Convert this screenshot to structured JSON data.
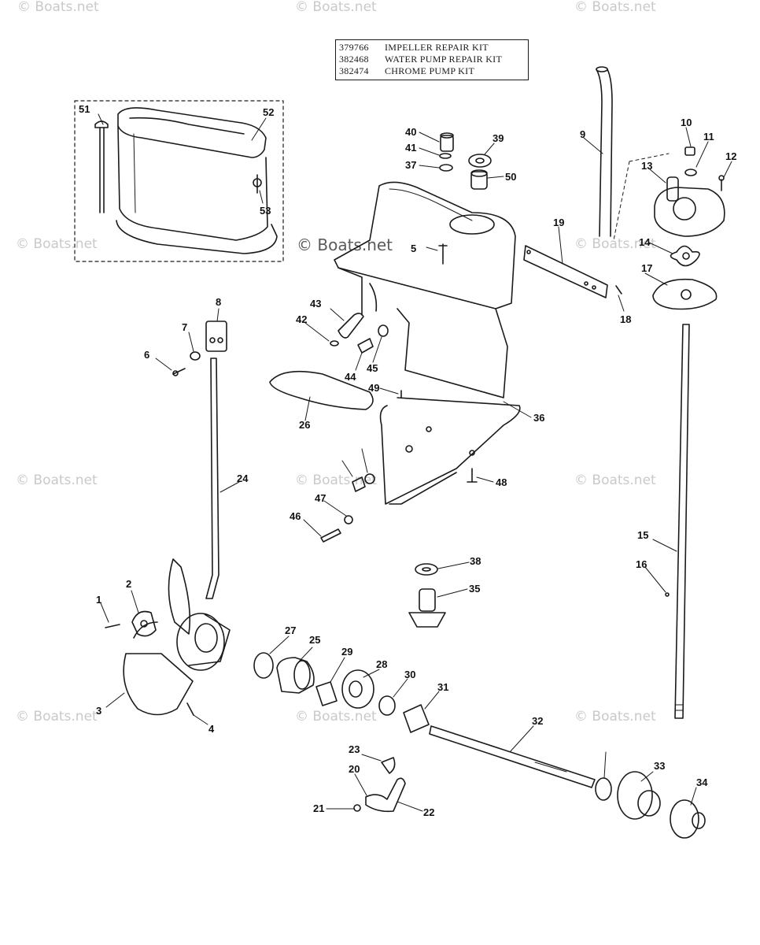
{
  "kits": [
    {
      "number": "379766",
      "name": "IMPELLER REPAIR KIT"
    },
    {
      "number": "382468",
      "name": "WATER PUMP REPAIR KIT"
    },
    {
      "number": "382474",
      "name": "CHROME PUMP KIT"
    }
  ],
  "watermark": "© Boats.net",
  "callouts": [
    "1",
    "2",
    "3",
    "4",
    "5",
    "6",
    "7",
    "8",
    "9",
    "10",
    "11",
    "12",
    "13",
    "14",
    "15",
    "16",
    "17",
    "18",
    "19",
    "20",
    "21",
    "22",
    "23",
    "24",
    "25",
    "26",
    "27",
    "28",
    "29",
    "30",
    "31",
    "32",
    "33",
    "34",
    "35",
    "36",
    "37",
    "38",
    "39",
    "40",
    "41",
    "42",
    "43",
    "44",
    "45",
    "46",
    "47",
    "48",
    "49",
    "50",
    "51",
    "52",
    "53"
  ],
  "colors": {
    "line": "#1a1a1a",
    "watermark": "#c9c9c9"
  }
}
